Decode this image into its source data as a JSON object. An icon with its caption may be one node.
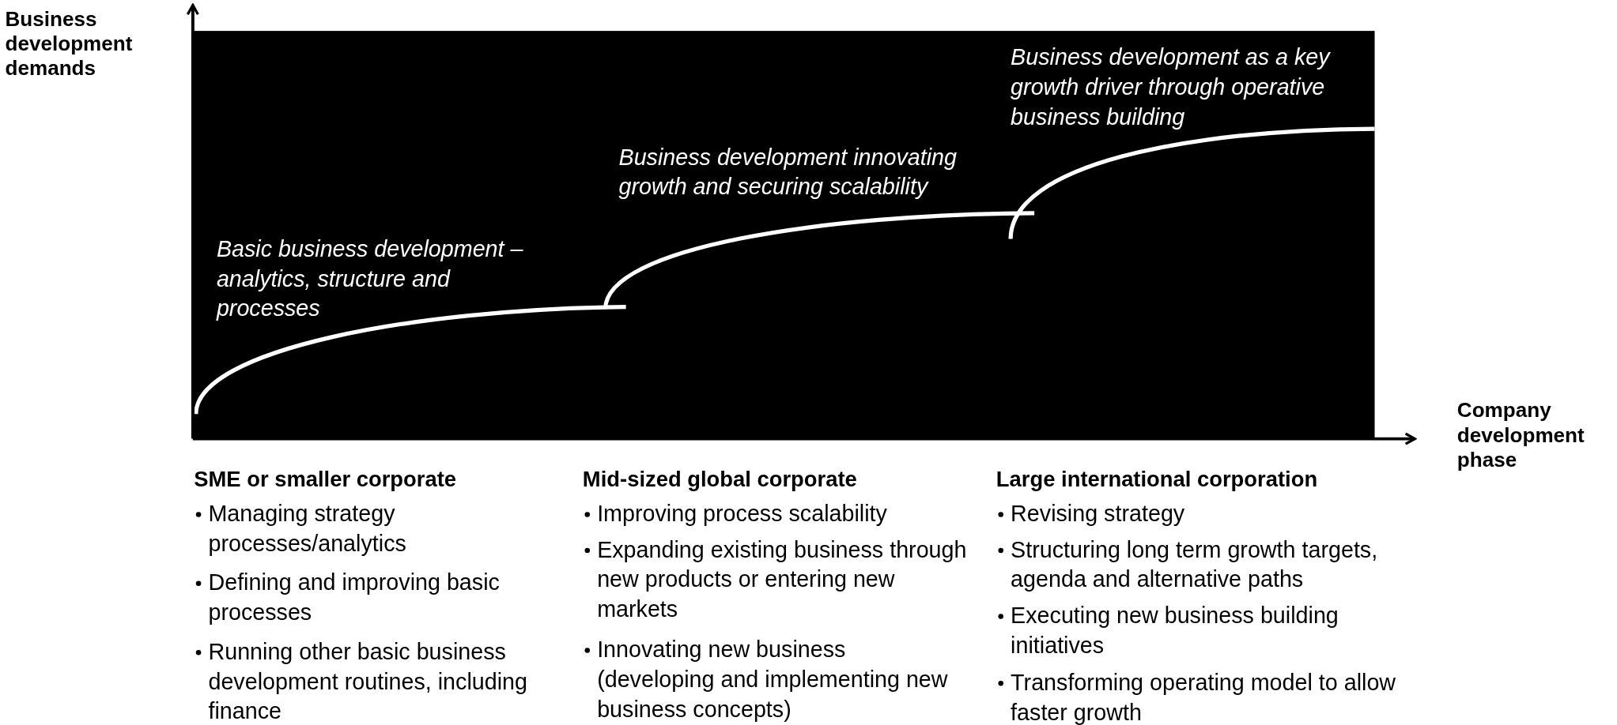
{
  "diagram": {
    "labels": [
      "Business development demands",
      "Business development as a key growth driver through operative business building",
      "Business development innovating growth and securing scalability",
      "Basic business development – analytics, structure and processes",
      "Company development phase",
      "SME or smaller corporate",
      "Managing strategy processes/analytics",
      "Defining and improving basic processes",
      "Running other basic business development routines, including finance",
      "Mid-sized global corporate",
      "Improving process scalability",
      "Expanding existing business through new products or entering new markets",
      "Innovating new business (developing and implementing new business concepts)",
      "Large international corporation",
      "Revising strategy",
      "Structuring long term growth targets, agenda and alternative paths",
      "Executing new business building initiatives",
      "Transforming operating model to allow faster growth"
    ]
  }
}
